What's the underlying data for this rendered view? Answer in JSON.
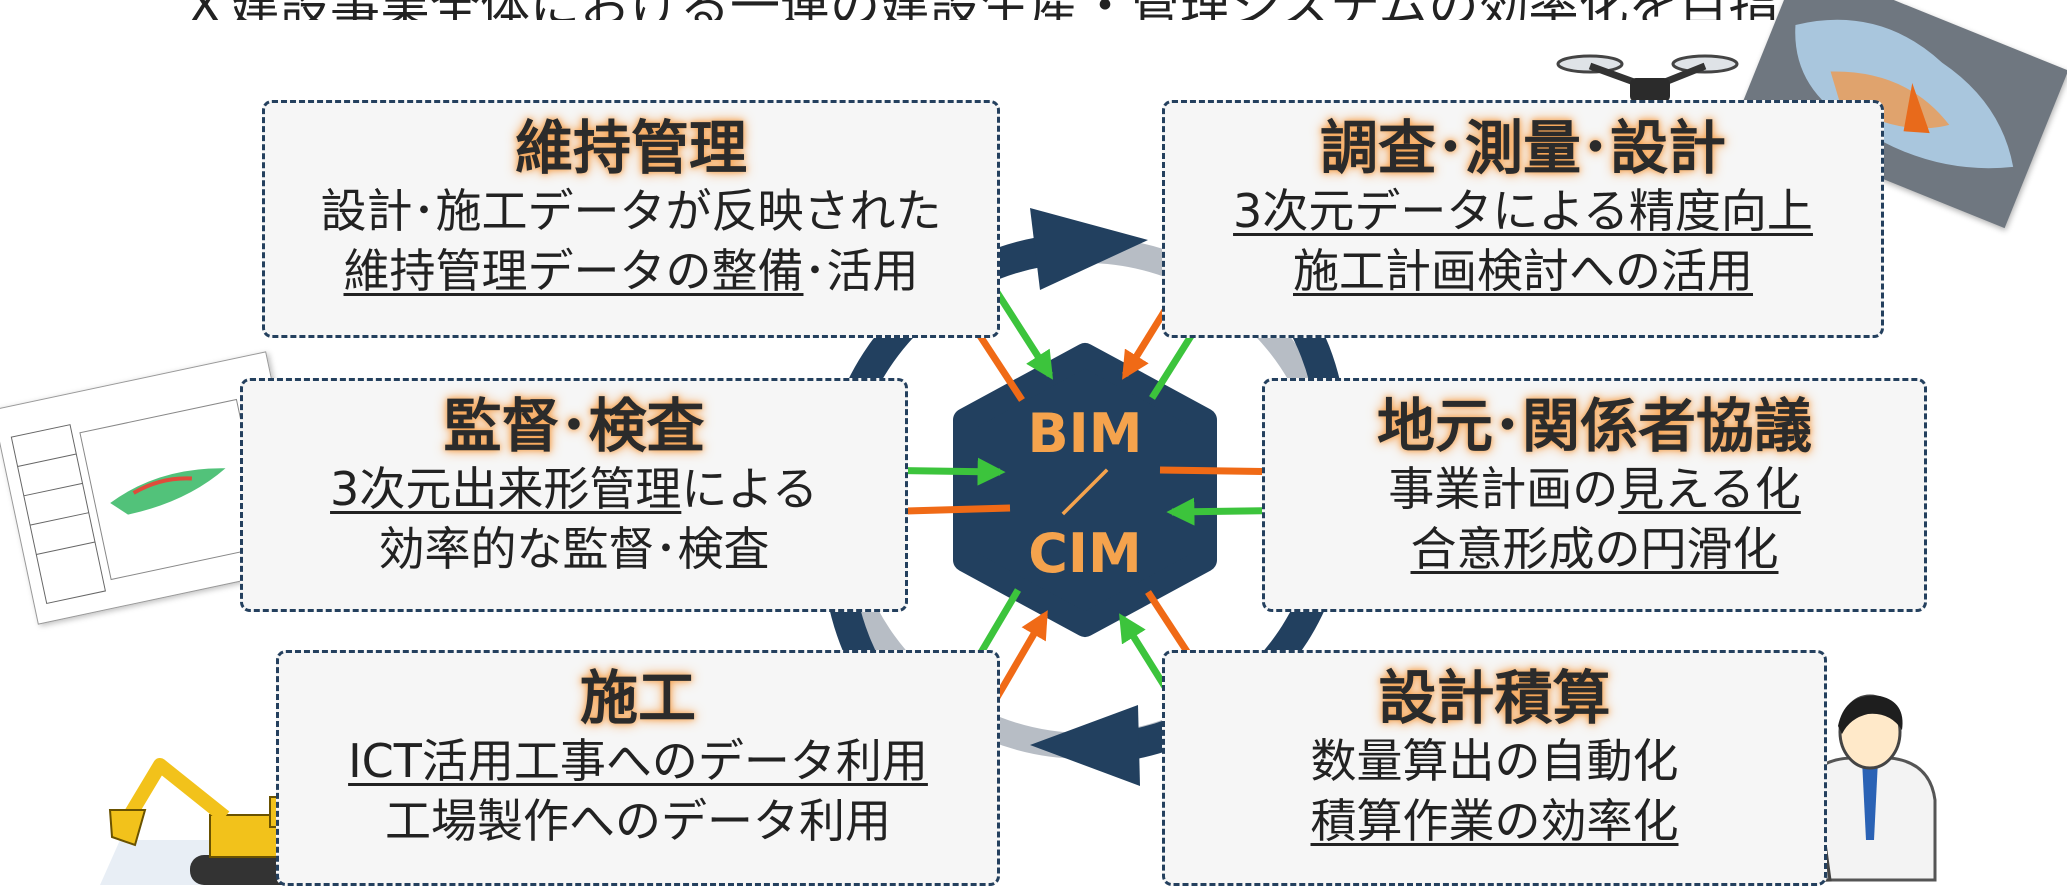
{
  "header_partial": "Ｘ建設事業全体における一連の建設生産・管理システムの効率化を目指す",
  "center": {
    "line1": "BIM",
    "line2": "／",
    "line3": "CIM"
  },
  "cards": {
    "maintenance": {
      "title": "維持管理",
      "line1": "設計･施工データが反映された",
      "line2_underlined": "維持管理データの整備",
      "line2_rest": "･活用"
    },
    "survey": {
      "title": "調査･測量･設計",
      "line1": "3次元データによる精度向上",
      "line2": "施工計画検討への活用"
    },
    "inspection": {
      "title": "監督･検査",
      "line1_underlined": "3次元出来形管理",
      "line1_rest": "による",
      "line2": "効率的な監督･検査"
    },
    "stakeholders": {
      "title": "地元･関係者協議",
      "line1_plain": "事業計画の",
      "line1_underlined": "見える化",
      "line2": "合意形成の円滑化"
    },
    "construction": {
      "title": "施工",
      "line1": "ICT活用工事へのデータ利用",
      "line2": "工場製作へのデータ利用"
    },
    "estimation": {
      "title": "設計積算",
      "line1": "数量算出の自動化",
      "line2": "積算作業の効率化"
    }
  },
  "colors": {
    "navy": "#22405f",
    "ring_light": "#b7bdc5",
    "arrow_green": "#3cc43c",
    "arrow_orange": "#f06a16",
    "label_orange": "#f5a34d",
    "border": "#24405e"
  },
  "icons": [
    "drone-icon",
    "3d-model-image",
    "document-image",
    "excavator-icon",
    "engineer-with-laptop-icon"
  ]
}
